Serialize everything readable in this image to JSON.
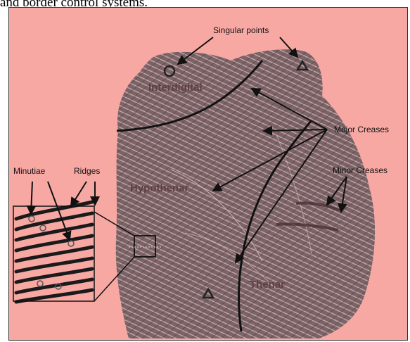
{
  "caption": "and border control systems.",
  "labels": {
    "singular_points": "Singular points",
    "major_creases": "Major Creases",
    "minor_creases": "Minor Creases",
    "minutiae": "Minutiae",
    "ridges": "Ridges"
  },
  "regions": {
    "interdigital": "Interdigital",
    "hypothenar": "Hypothenar",
    "thenar": "Thenar"
  },
  "colors": {
    "background": "#f7a8a3",
    "palm": "#6d5a5e",
    "ink": "#111111"
  }
}
